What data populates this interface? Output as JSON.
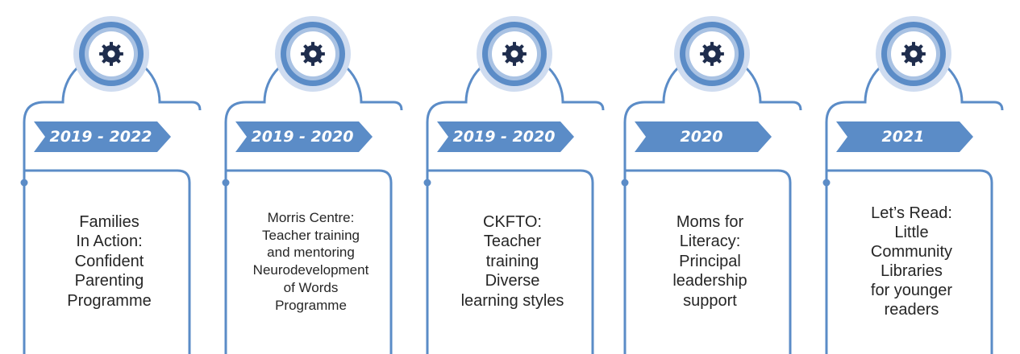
{
  "colors": {
    "primary": "#5b8cc7",
    "ring_light": "#cfdcf0",
    "ring_mid": "#a9c2e3",
    "icon_dark": "#1f2d4d",
    "text": "#262626"
  },
  "items": [
    {
      "year": "2019 - 2022",
      "description": "Families\nIn Action:\nConfident\nParenting\nProgramme",
      "icon": "gear-icon"
    },
    {
      "year": "2019 - 2020",
      "description": "Morris Centre:\nTeacher training\nand mentoring\nNeurodevelopment\nof Words\nProgramme",
      "icon": "gear-icon"
    },
    {
      "year": "2019 - 2020",
      "description": "CKFTO:\nTeacher\ntraining\nDiverse\nlearning styles",
      "icon": "gear-icon"
    },
    {
      "year": "2020",
      "description": "Moms for\nLiteracy:\nPrincipal\nleadership\nsupport",
      "icon": "gear-icon"
    },
    {
      "year": "2021",
      "description": "Let’s Read:\nLittle\nCommunity\nLibraries\nfor younger\nreaders",
      "icon": "gear-icon"
    }
  ]
}
